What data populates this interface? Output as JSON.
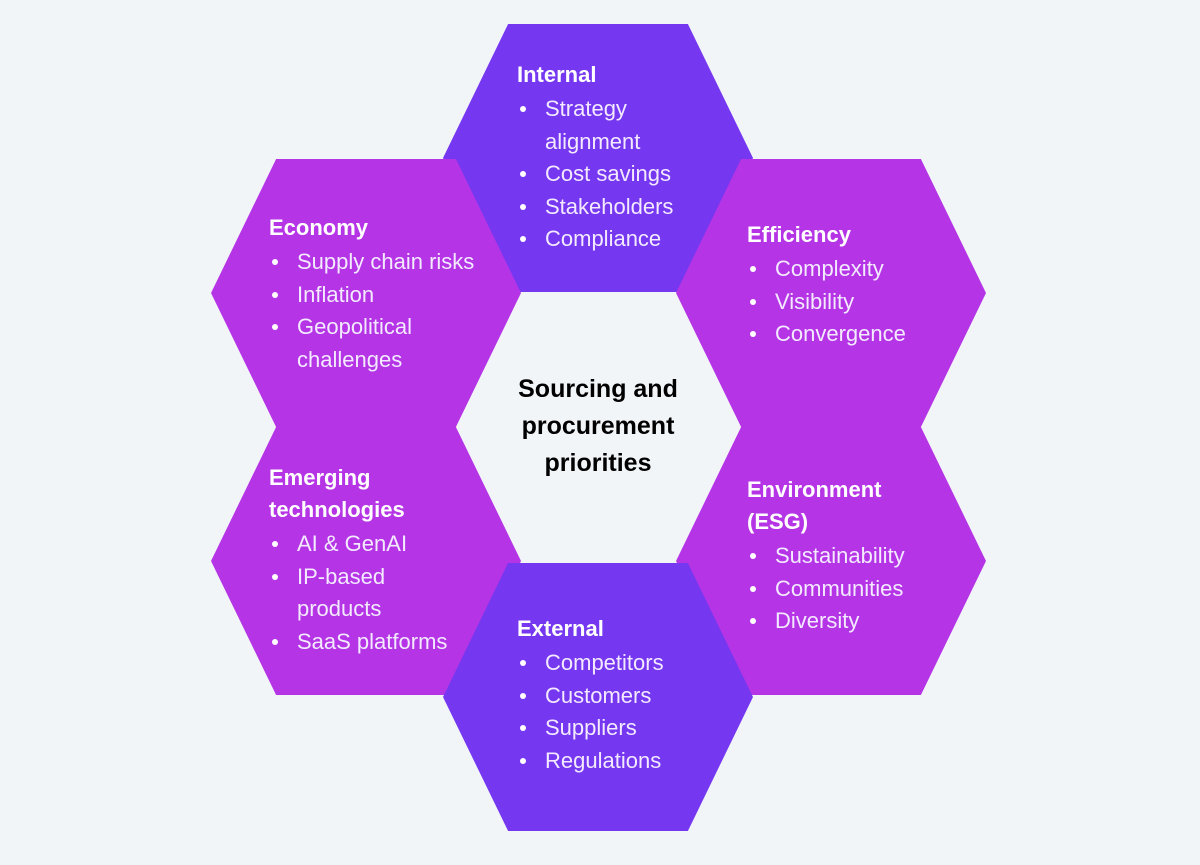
{
  "center": {
    "title": "Sourcing and procurement priorities"
  },
  "colors": {
    "background": "#f2f5f8",
    "violet": "#7637f1",
    "magenta": "#b534e6",
    "text": "#ffffff"
  },
  "hexagons": [
    {
      "id": "internal",
      "color": "violet",
      "title": "Internal",
      "items": [
        "Strategy alignment",
        "Cost savings",
        "Stakeholders",
        "Compliance"
      ]
    },
    {
      "id": "economy",
      "color": "magenta",
      "title": "Economy",
      "items": [
        "Supply chain risks",
        "Inflation",
        "Geopolitical challenges"
      ]
    },
    {
      "id": "efficiency",
      "color": "magenta",
      "title": "Efficiency",
      "items": [
        "Complexity",
        "Visibility",
        "Convergence"
      ]
    },
    {
      "id": "emerging-technologies",
      "color": "magenta",
      "title": "Emerging technologies",
      "items": [
        "AI & GenAI",
        "IP-based products",
        "SaaS platforms"
      ]
    },
    {
      "id": "environment",
      "color": "magenta",
      "title": "Environment (ESG)",
      "items": [
        "Sustainability",
        "Communities",
        "Diversity"
      ]
    },
    {
      "id": "external",
      "color": "violet",
      "title": "External",
      "items": [
        "Competitors",
        "Customers",
        "Suppliers",
        "Regulations"
      ]
    }
  ]
}
